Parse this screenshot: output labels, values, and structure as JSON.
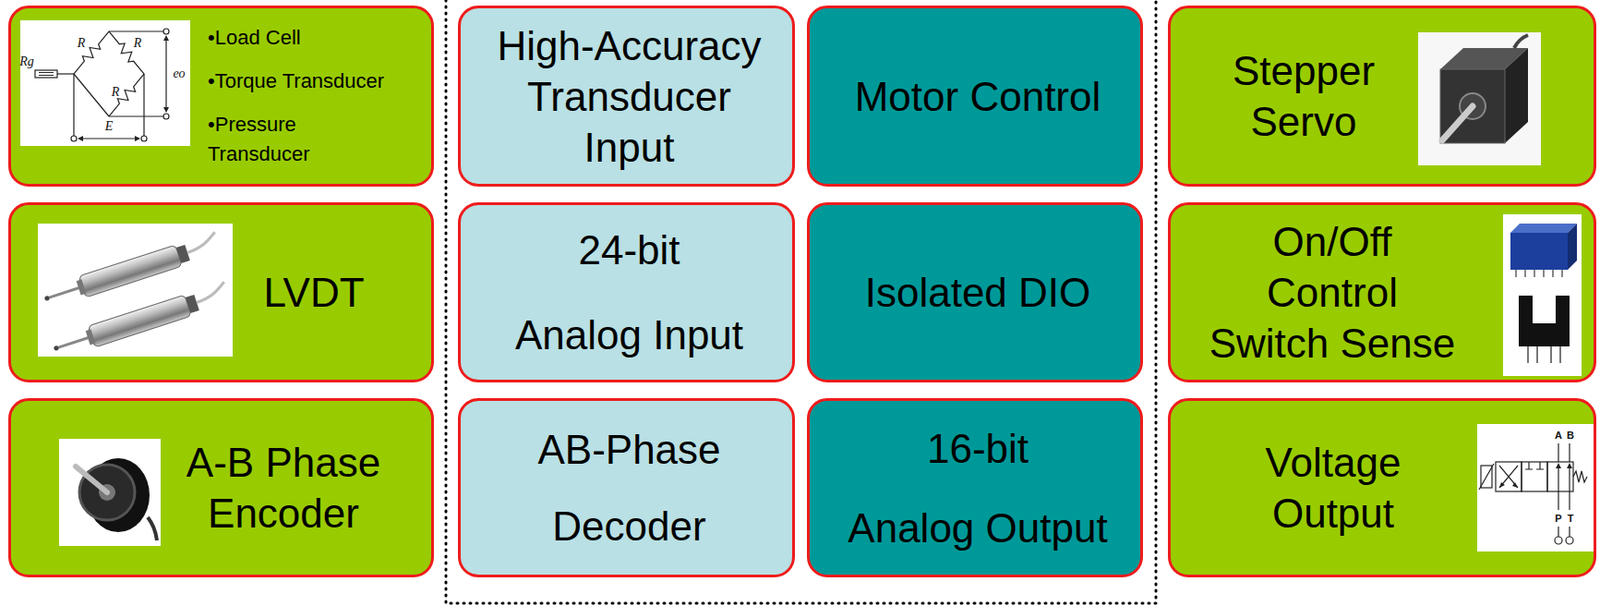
{
  "diagram": {
    "nodes": [
      {
        "text": [
          "•Load Cell",
          "•Torque Transducer",
          "•Pressure Transducer"
        ]
      },
      {
        "text": [
          "High-Accuracy Transducer Input"
        ]
      },
      {
        "text": [
          "Motor Control"
        ]
      },
      {
        "text": [
          "Stepper Servo"
        ]
      },
      {
        "text": [
          "LVDT"
        ]
      },
      {
        "text": [
          "24-bit",
          "Analog Input"
        ]
      },
      {
        "text": [
          "Isolated DIO"
        ]
      },
      {
        "text": [
          "On/Off Control Switch Sense"
        ]
      },
      {
        "text": [
          "A-B Phase Encoder"
        ]
      },
      {
        "text": [
          "AB-Phase",
          "Decoder"
        ]
      },
      {
        "text": [
          "16-bit",
          "Analog Output"
        ]
      },
      {
        "text": [
          "Voltage Output"
        ]
      }
    ],
    "labels": [
      "R",
      "R",
      "R",
      "Rg",
      "eo",
      "E",
      "A",
      "B",
      "P",
      "T"
    ]
  }
}
